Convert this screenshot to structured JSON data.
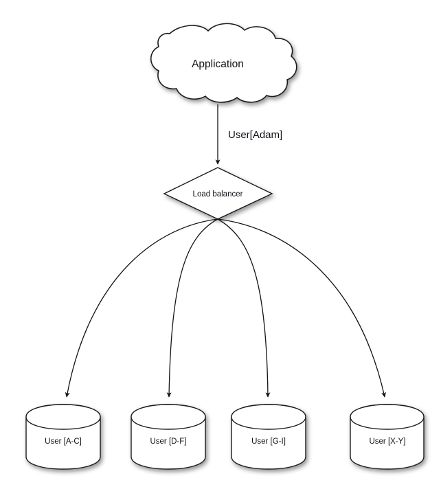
{
  "diagram": {
    "title_node": {
      "id": "application-cloud",
      "shape": "cloud",
      "label": "Application"
    },
    "router_node": {
      "id": "load-balancer",
      "shape": "diamond",
      "label": "Load balancer"
    },
    "edges": [
      {
        "from": "application-cloud",
        "to": "load-balancer",
        "label": "User[Adam]"
      },
      {
        "from": "load-balancer",
        "to": "db-a-c",
        "label": ""
      },
      {
        "from": "load-balancer",
        "to": "db-d-f",
        "label": ""
      },
      {
        "from": "load-balancer",
        "to": "db-g-i",
        "label": ""
      },
      {
        "from": "load-balancer",
        "to": "db-x-y",
        "label": ""
      }
    ],
    "databases": [
      {
        "id": "db-a-c",
        "shape": "cylinder",
        "label": "User [A-C]"
      },
      {
        "id": "db-d-f",
        "shape": "cylinder",
        "label": "User [D-F]"
      },
      {
        "id": "db-g-i",
        "shape": "cylinder",
        "label": "User [G-I]"
      },
      {
        "id": "db-x-y",
        "shape": "cylinder",
        "label": "User [X-Y]"
      }
    ],
    "colors": {
      "background": "#ffffff",
      "shape_fill": "#ffffff",
      "stroke": "#1a1a1a",
      "text": "#101018"
    }
  }
}
